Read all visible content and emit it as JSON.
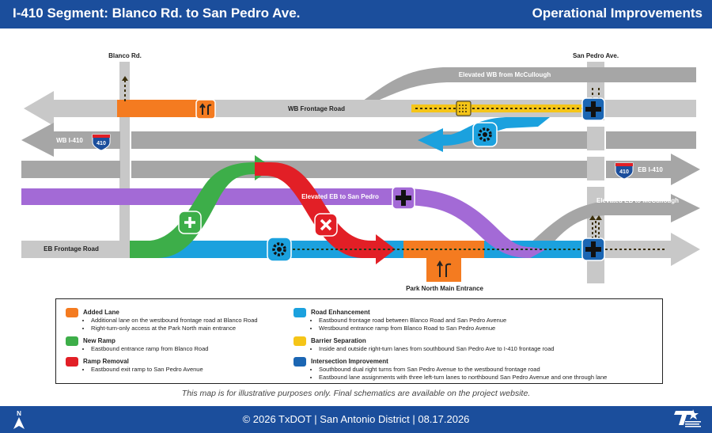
{
  "header": {
    "title": "I-410 Segment: Blanco Rd. to San Pedro Ave.",
    "right": "Operational Improvements"
  },
  "map": {
    "labels": {
      "blanco": "Blanco Rd.",
      "san_pedro": "San Pedro Ave.",
      "elevated_wb": "Elevated WB from McCullough",
      "wb_frontage": "WB Frontage Road",
      "wb_i410": "WB I-410",
      "eb_i410": "EB I-410",
      "elevated_eb_sp": "Elevated EB to San Pedro",
      "elevated_eb_mc": "Elevated EB to McCullough",
      "eb_frontage": "EB Frontage Road",
      "park_north": "Park North Main Entrance",
      "shield_num": "410"
    },
    "colors": {
      "road": "#C8C8C8",
      "road_dark": "#A6A6A6",
      "added_lane": "#F47B20",
      "new_ramp": "#3DAE49",
      "ramp_removal": "#E21F26",
      "road_enhancement": "#1BA1DE",
      "barrier_separation": "#F5C518",
      "intersection": "#1B66B3",
      "elevated_eb": "#A36AD6",
      "header": "#1B4E9C"
    }
  },
  "legend": {
    "added_lane": {
      "title": "Added Lane",
      "items": [
        "Additional lane on the westbound frontage road at Blanco Road",
        "Right-turn-only access at the Park North main entrance"
      ]
    },
    "new_ramp": {
      "title": "New Ramp",
      "items": [
        "Eastbound entrance ramp from Blanco Road"
      ]
    },
    "ramp_removal": {
      "title": "Ramp Removal",
      "items": [
        "Eastbound exit ramp to San Pedro Avenue"
      ]
    },
    "road_enhancement": {
      "title": "Road Enhancement",
      "items": [
        "Eastbound frontage road between Blanco Road and San Pedro Avenue",
        "Westbound entrance ramp from Blanco Road to San Pedro Avenue"
      ]
    },
    "barrier_separation": {
      "title": "Barrier Separation",
      "items": [
        "Inside and outside right-turn lanes from southbound San Pedro Ave to I-410 frontage road"
      ]
    },
    "intersection": {
      "title": "Intersection Improvement",
      "items": [
        "Southbound dual right turns from San Pedro Avenue to the westbound frontage road",
        "Eastbound lane assignments with three left-turn lanes to northbound San Pedro Avenue and one through lane"
      ]
    }
  },
  "disclaimer": "This map is for illustrative purposes only. Final schematics are available on the project website.",
  "footer": {
    "text": "© 2026 TxDOT | San Antonio District | 08.17.2026",
    "north": "N",
    "logo": "Texas Department of Transportation"
  }
}
